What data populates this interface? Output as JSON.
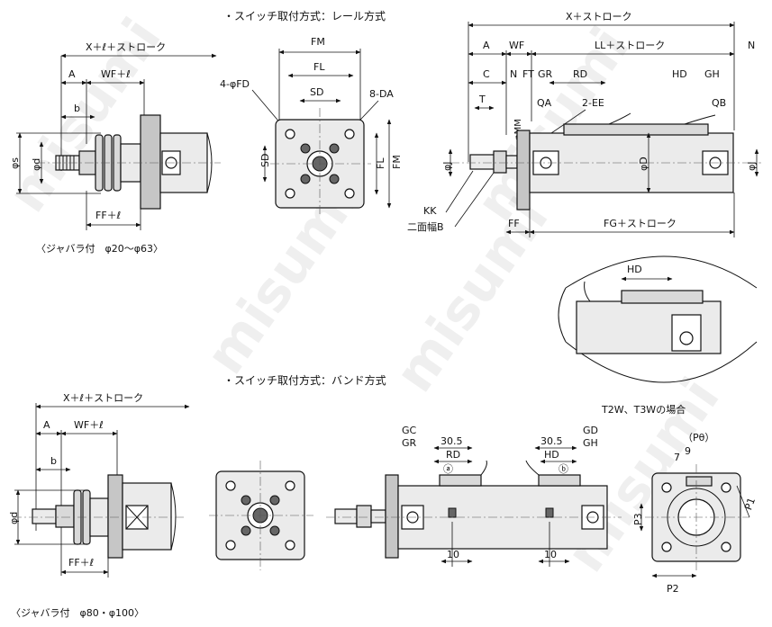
{
  "watermark": "misumi",
  "sections": {
    "rail": "・スイッチ取付方式：レール方式",
    "band": "・スイッチ取付方式：バンド方式"
  },
  "captions": {
    "bellows_small": "〈ジャバラ付　φ20～φ63〉",
    "bellows_large": "〈ジャバラ付　φ80・φ100〉",
    "t2w_case": "T2W、T3Wの場合"
  },
  "labels": {
    "x_l_stroke": "X＋ℓ＋ストローク",
    "a": "A",
    "wf_l": "WF＋ℓ",
    "b": "b",
    "phi_s": "φs",
    "phi_d": "φd",
    "ff_l": "FF＋ℓ",
    "fm": "FM",
    "fl": "FL",
    "sd": "SD",
    "four_phi_fd": "4-φFD",
    "eight_da": "8-DA",
    "x_stroke": "X＋ストローク",
    "wf": "WF",
    "ll_stroke": "LL＋ストローク",
    "n": "N",
    "c": "C",
    "ft": "FT",
    "gr": "GR",
    "rd": "RD",
    "hd": "HD",
    "gh": "GH",
    "t": "T",
    "qa": "QA",
    "two_ee": "2-EE",
    "qb": "QB",
    "phi_mm": "φMM",
    "phi_j": "φJ",
    "phi_D": "φD",
    "kk": "KK",
    "nimenhaba": "二面幅B",
    "ff": "FF",
    "fg_stroke": "FG＋ストローク",
    "gc": "GC",
    "gd": "GD",
    "dim_30_5": "30.5",
    "dim_10": "10",
    "mark_a": "ⓐ",
    "mark_b": "ⓑ",
    "p_theta": "（Pθ）",
    "seven": "7",
    "nine": "9",
    "p1": "P1",
    "p2": "P2",
    "p3": "P3"
  }
}
